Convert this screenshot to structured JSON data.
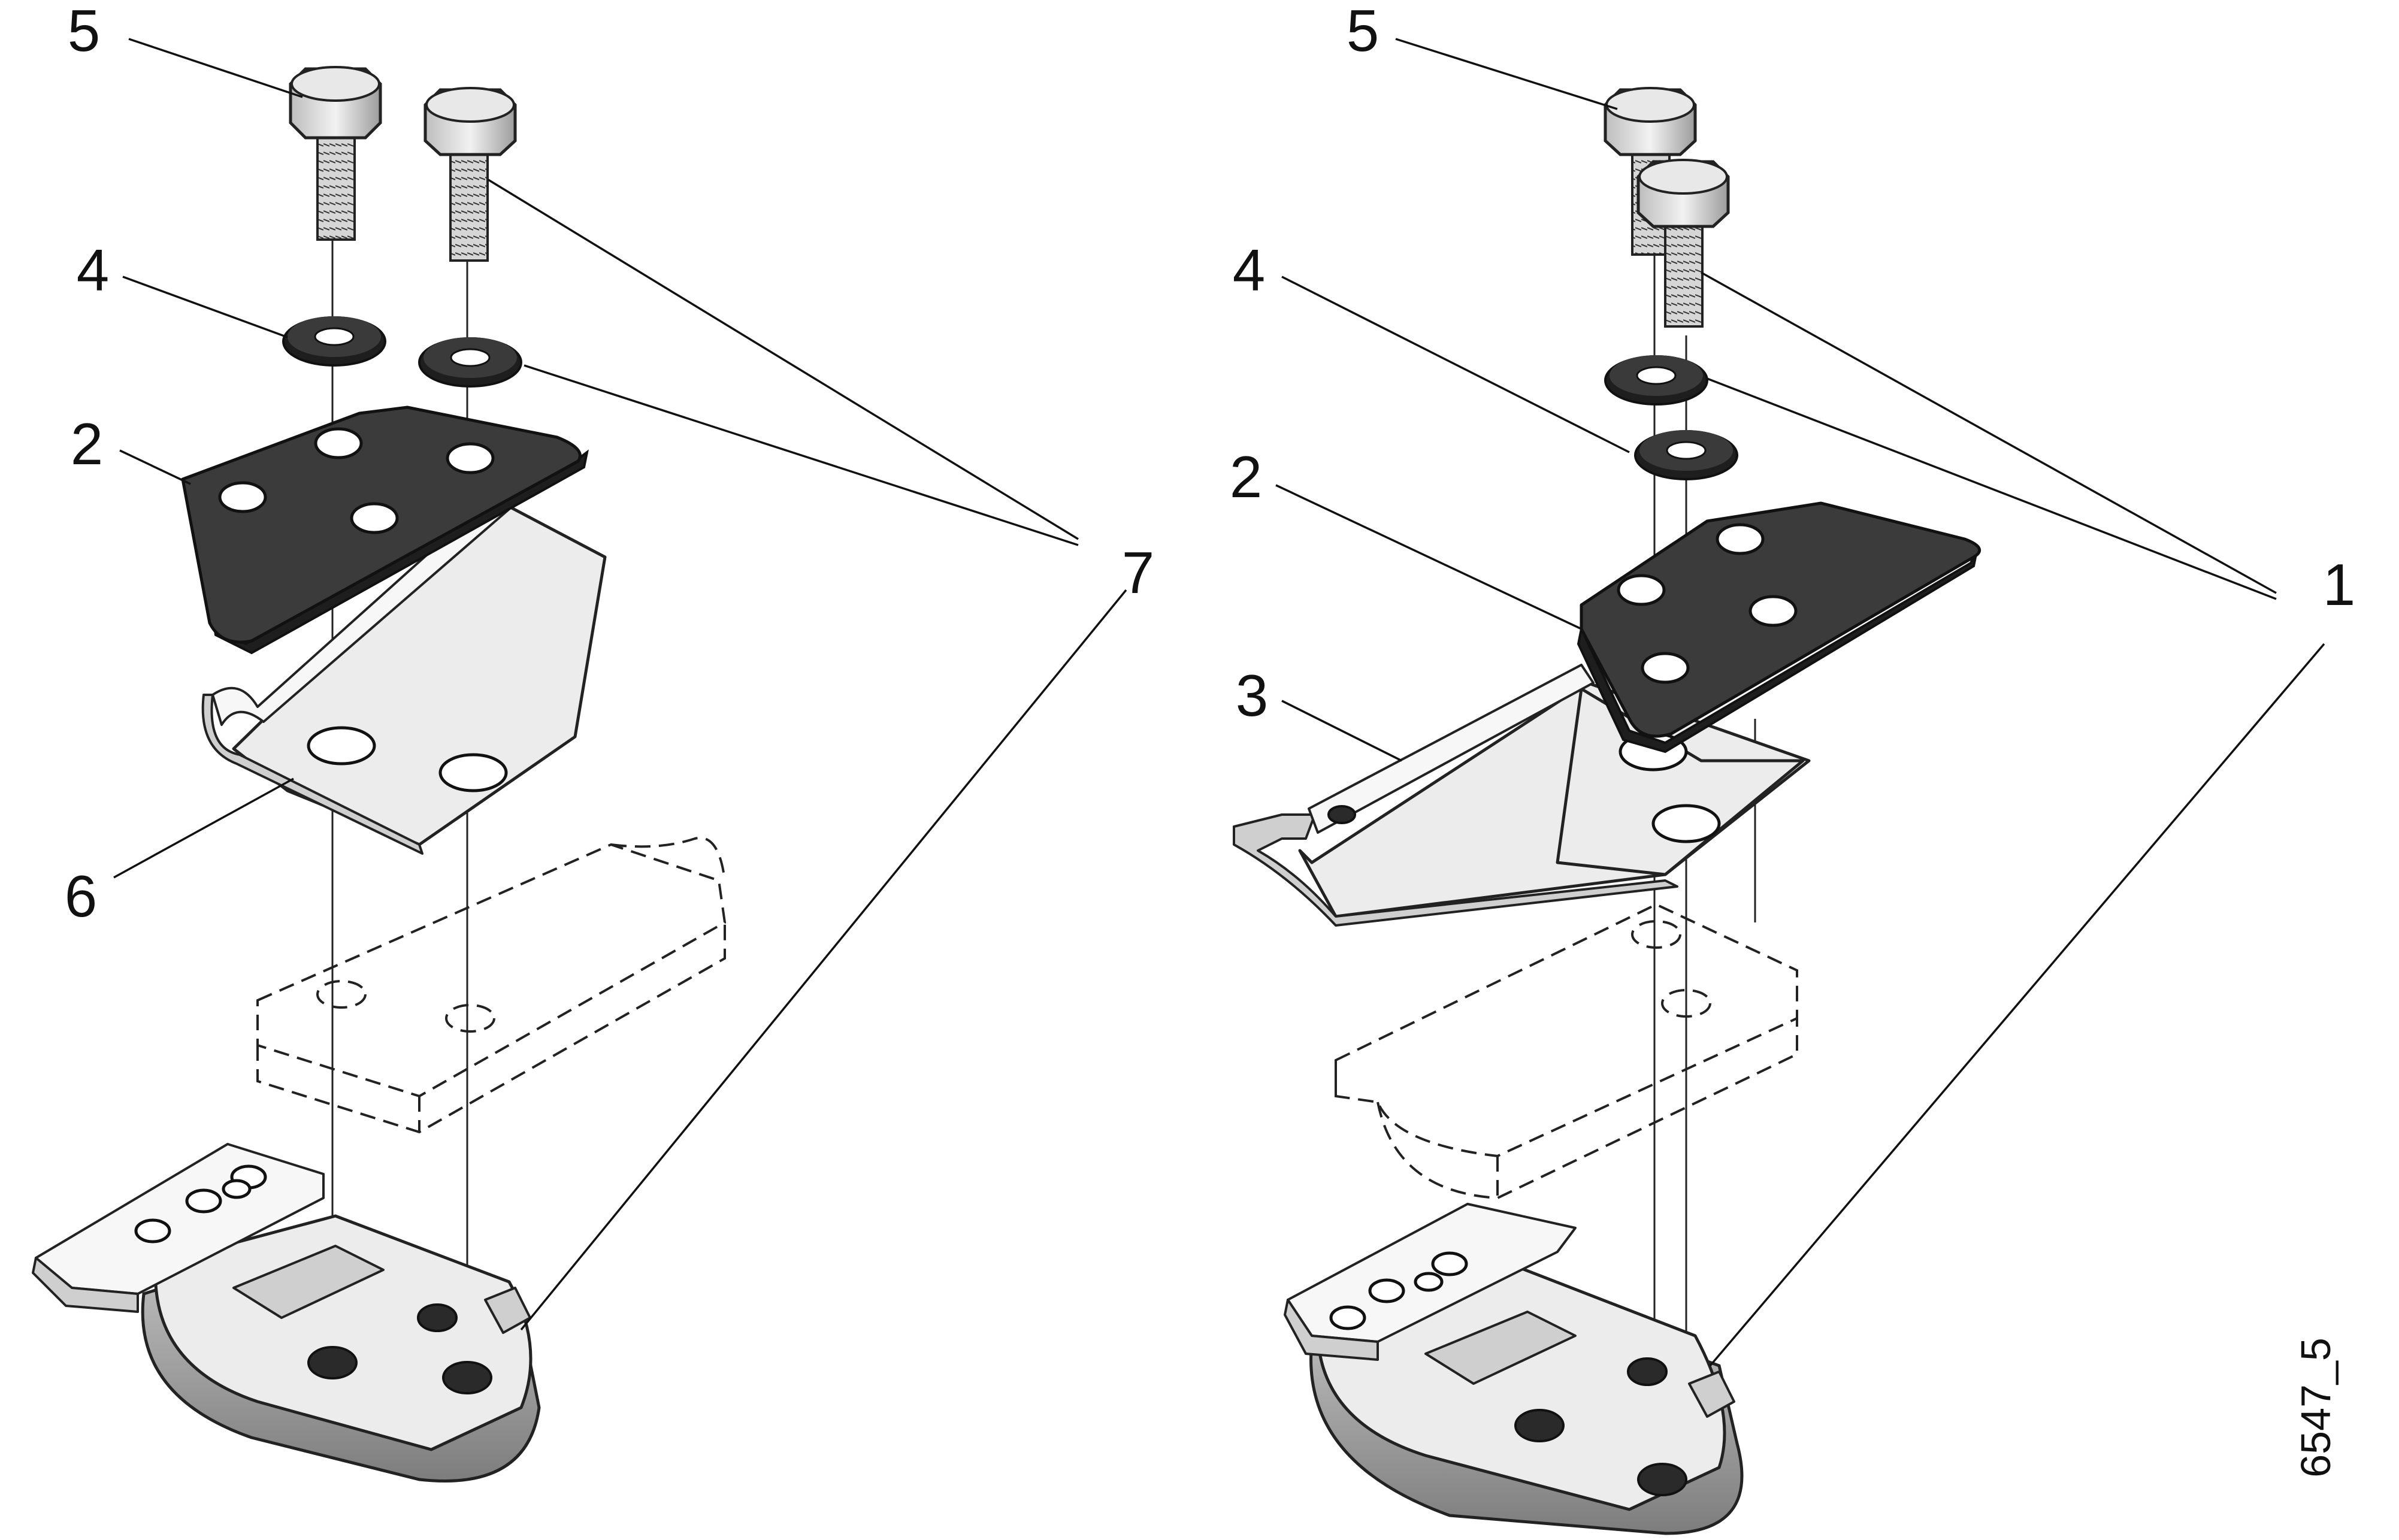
{
  "figure": {
    "callouts": {
      "left": {
        "bolt": "5",
        "washer": "4",
        "plate": "2",
        "rail": "6",
        "callout7": "7"
      },
      "right": {
        "bolt": "5",
        "washer": "4",
        "plate": "2",
        "rail": "3",
        "callout1": "1"
      }
    },
    "document_id": "6547_5"
  },
  "colors": {
    "dark_part": "#3b3b3b",
    "light_part": "#ececec",
    "line": "#111111",
    "background": "#ffffff"
  }
}
